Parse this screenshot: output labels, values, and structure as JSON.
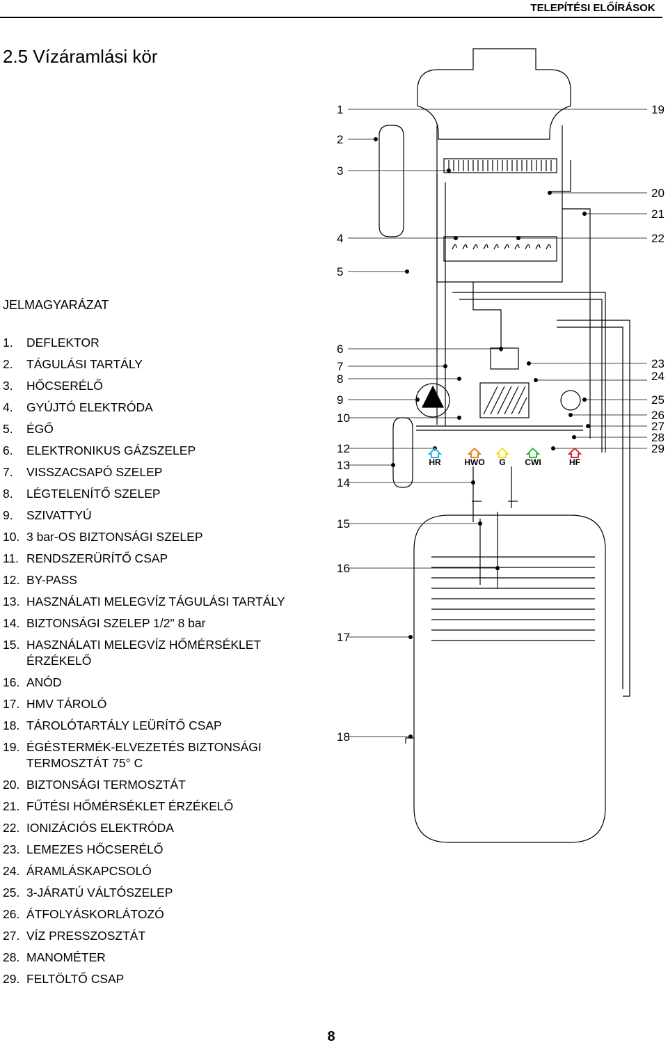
{
  "header": {
    "title": "TELEPÍTÉSI ELŐÍRÁSOK"
  },
  "section_title": "2.5 Vízáramlási kör",
  "legend": {
    "title": "JELMAGYARÁZAT",
    "items": [
      {
        "num": "1.",
        "label": "DEFLEKTOR"
      },
      {
        "num": "2.",
        "label": "TÁGULÁSI TARTÁLY"
      },
      {
        "num": "3.",
        "label": "HŐCSERÉLŐ"
      },
      {
        "num": "4.",
        "label": "GYÚJTÓ ELEKTRÓDA"
      },
      {
        "num": "5.",
        "label": "ÉGŐ"
      },
      {
        "num": "6.",
        "label": "ELEKTRONIKUS GÁZSZELEP"
      },
      {
        "num": "7.",
        "label": "VISSZACSAPÓ SZELEP"
      },
      {
        "num": "8.",
        "label": "LÉGTELENÍTŐ SZELEP"
      },
      {
        "num": "9.",
        "label": "SZIVATTYÚ"
      },
      {
        "num": "10.",
        "label": "3 bar-OS BIZTONSÁGI SZELEP"
      },
      {
        "num": "11.",
        "label": "RENDSZERÜRÍTŐ CSAP"
      },
      {
        "num": "12.",
        "label": "BY-PASS"
      },
      {
        "num": "13.",
        "label": "HASZNÁLATI MELEGVÍZ TÁGULÁSI TARTÁLY"
      },
      {
        "num": "14.",
        "label": "BIZTONSÁGI SZELEP 1/2\" 8 bar"
      },
      {
        "num": "15.",
        "label": "HASZNÁLATI MELEGVÍZ HŐMÉRSÉKLET ÉRZÉKELŐ"
      },
      {
        "num": "16.",
        "label": "ANÓD"
      },
      {
        "num": "17.",
        "label": "HMV TÁROLÓ"
      },
      {
        "num": "18.",
        "label": "TÁROLÓTARTÁLY LEÜRÍTŐ CSAP"
      },
      {
        "num": "19.",
        "label": "ÉGÉSTERMÉK-ELVEZETÉS BIZTONSÁGI TERMOSZTÁT 75° C"
      },
      {
        "num": "20.",
        "label": "BIZTONSÁGI TERMOSZTÁT"
      },
      {
        "num": "21.",
        "label": "FŰTÉSI HŐMÉRSÉKLET ÉRZÉKELŐ"
      },
      {
        "num": "22.",
        "label": "IONIZÁCIÓS ELEKTRÓDA"
      },
      {
        "num": "23.",
        "label": "LEMEZES HŐCSERÉLŐ"
      },
      {
        "num": "24.",
        "label": "ÁRAMLÁSKAPCSOLÓ"
      },
      {
        "num": "25.",
        "label": "3-JÁRATÚ VÁLTÓSZELEP"
      },
      {
        "num": "26.",
        "label": "ÁTFOLYÁSKORLÁTOZÓ"
      },
      {
        "num": "27.",
        "label": "VÍZ PRESSZOSZTÁT"
      },
      {
        "num": "28.",
        "label": "MANOMÉTER"
      },
      {
        "num": "29.",
        "label": "FELTÖLTŐ CSAP"
      }
    ]
  },
  "diagram": {
    "callouts_left": [
      "1",
      "2",
      "3",
      "4",
      "5",
      "6",
      "7",
      "8",
      "9",
      "10",
      "12",
      "13",
      "14",
      "15",
      "16",
      "17",
      "18"
    ],
    "callouts_right": [
      "19",
      "20",
      "21",
      "22",
      "23",
      "24",
      "25",
      "26",
      "27",
      "28",
      "29"
    ],
    "connections": [
      {
        "label": "HR",
        "color": "#29b6e8"
      },
      {
        "label": "HWO",
        "color": "#e8801e"
      },
      {
        "label": "G",
        "color": "#f0e020"
      },
      {
        "label": "CWI",
        "color": "#36b83a"
      },
      {
        "label": "HF",
        "color": "#d8262a"
      }
    ]
  },
  "page_number": "8"
}
